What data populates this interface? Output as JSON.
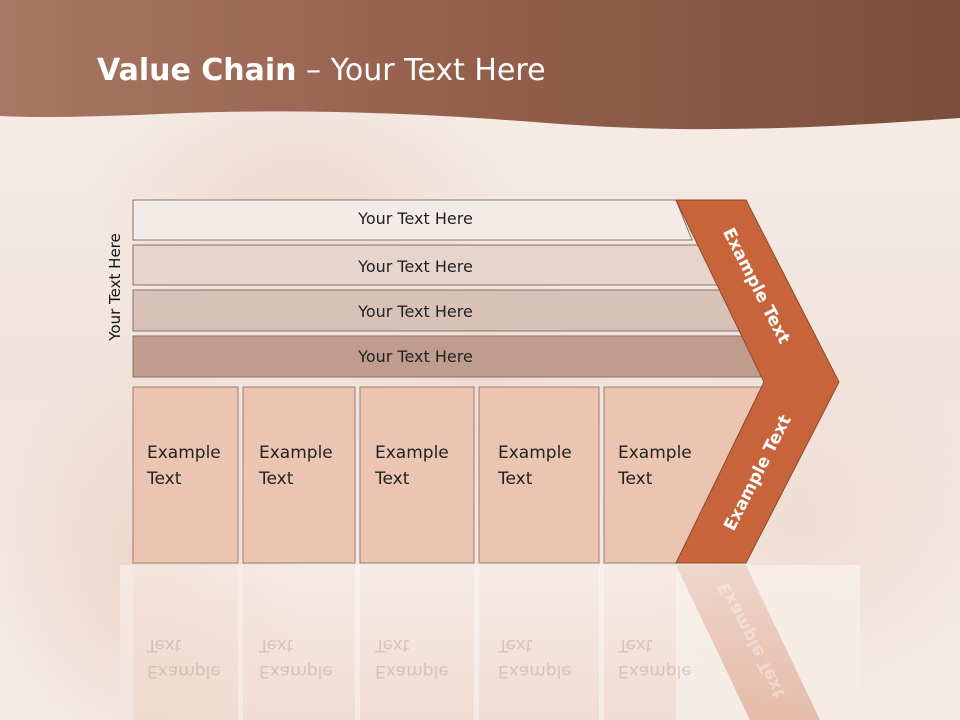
{
  "title": {
    "bold": "Value Chain",
    "rest": " – Your Text Here"
  },
  "side_label": "Your Text Here",
  "rows": [
    "Your Text Here",
    "Your Text Here",
    "Your Text Here",
    "Your Text Here"
  ],
  "columns": [
    "Example\nText",
    "Example\nText",
    "Example\nText",
    "Example\nText",
    "Example\nText"
  ],
  "arrow": {
    "upper": "Example Text",
    "lower": "Example Text"
  },
  "colors": {
    "header": "#8a5a48",
    "arrow": "#c8643a",
    "row1": "#f3ebe8",
    "row2": "#e6d5cd",
    "row3": "#d8c2b8",
    "row4": "#bf9c8c",
    "column": "#ebc5b2"
  }
}
